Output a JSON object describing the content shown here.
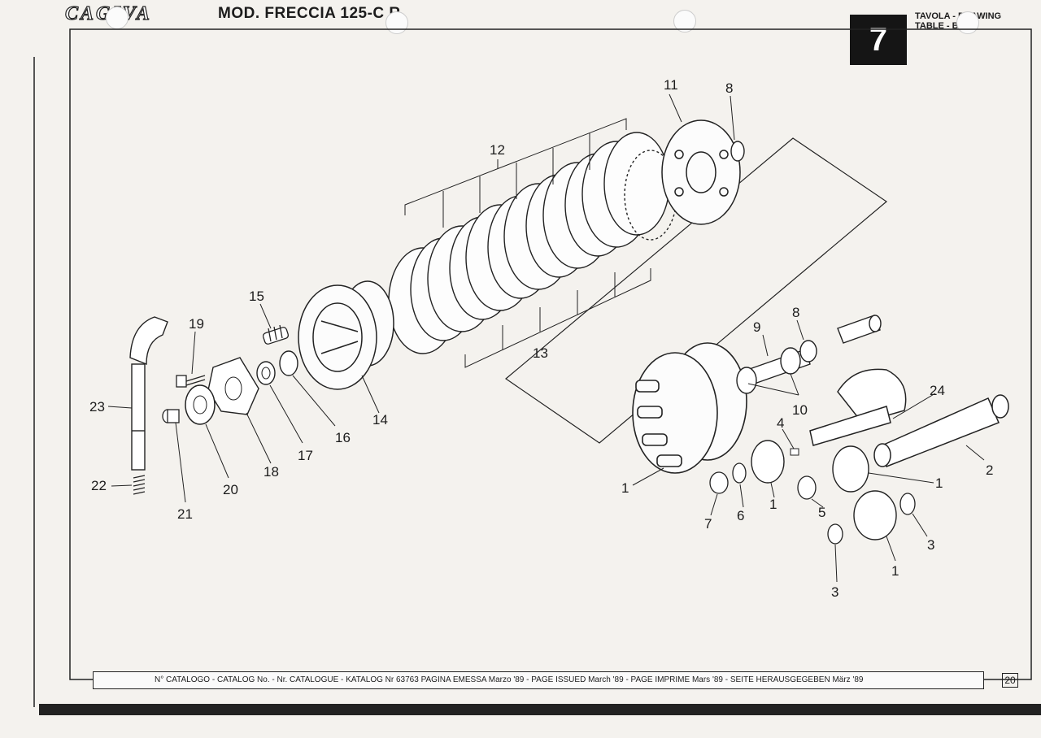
{
  "header": {
    "brand": "CAGIVA",
    "model": "MOD. FRECCIA 125-C R",
    "table_number": "7",
    "table_label_1": "TAVOLA - DRAWING",
    "table_label_2": "TABLE - B"
  },
  "footer": {
    "catalog_line": "N° CATALOGO - CATALOG No. - Nr. CATALOGUE - KATALOG Nr 63763 PAGINA EMESSA Marzo '89 - PAGE ISSUED March '89 - PAGE IMPRIME Mars '89 - SEITE HERAUSGEGEBEN März '89",
    "page_number": "20"
  },
  "callouts": {
    "c1a": "1",
    "c1b": "1",
    "c1c": "1",
    "c1d": "1",
    "c2": "2",
    "c3a": "3",
    "c3b": "3",
    "c4": "4",
    "c5": "5",
    "c6": "6",
    "c7": "7",
    "c8a": "8",
    "c8b": "8",
    "c9": "9",
    "c10": "10",
    "c11": "11",
    "c12": "12",
    "c13": "13",
    "c14": "14",
    "c15": "15",
    "c16": "16",
    "c17": "17",
    "c18": "18",
    "c19": "19",
    "c20": "20",
    "c21": "21",
    "c22": "22",
    "c23": "23",
    "c24": "24"
  }
}
